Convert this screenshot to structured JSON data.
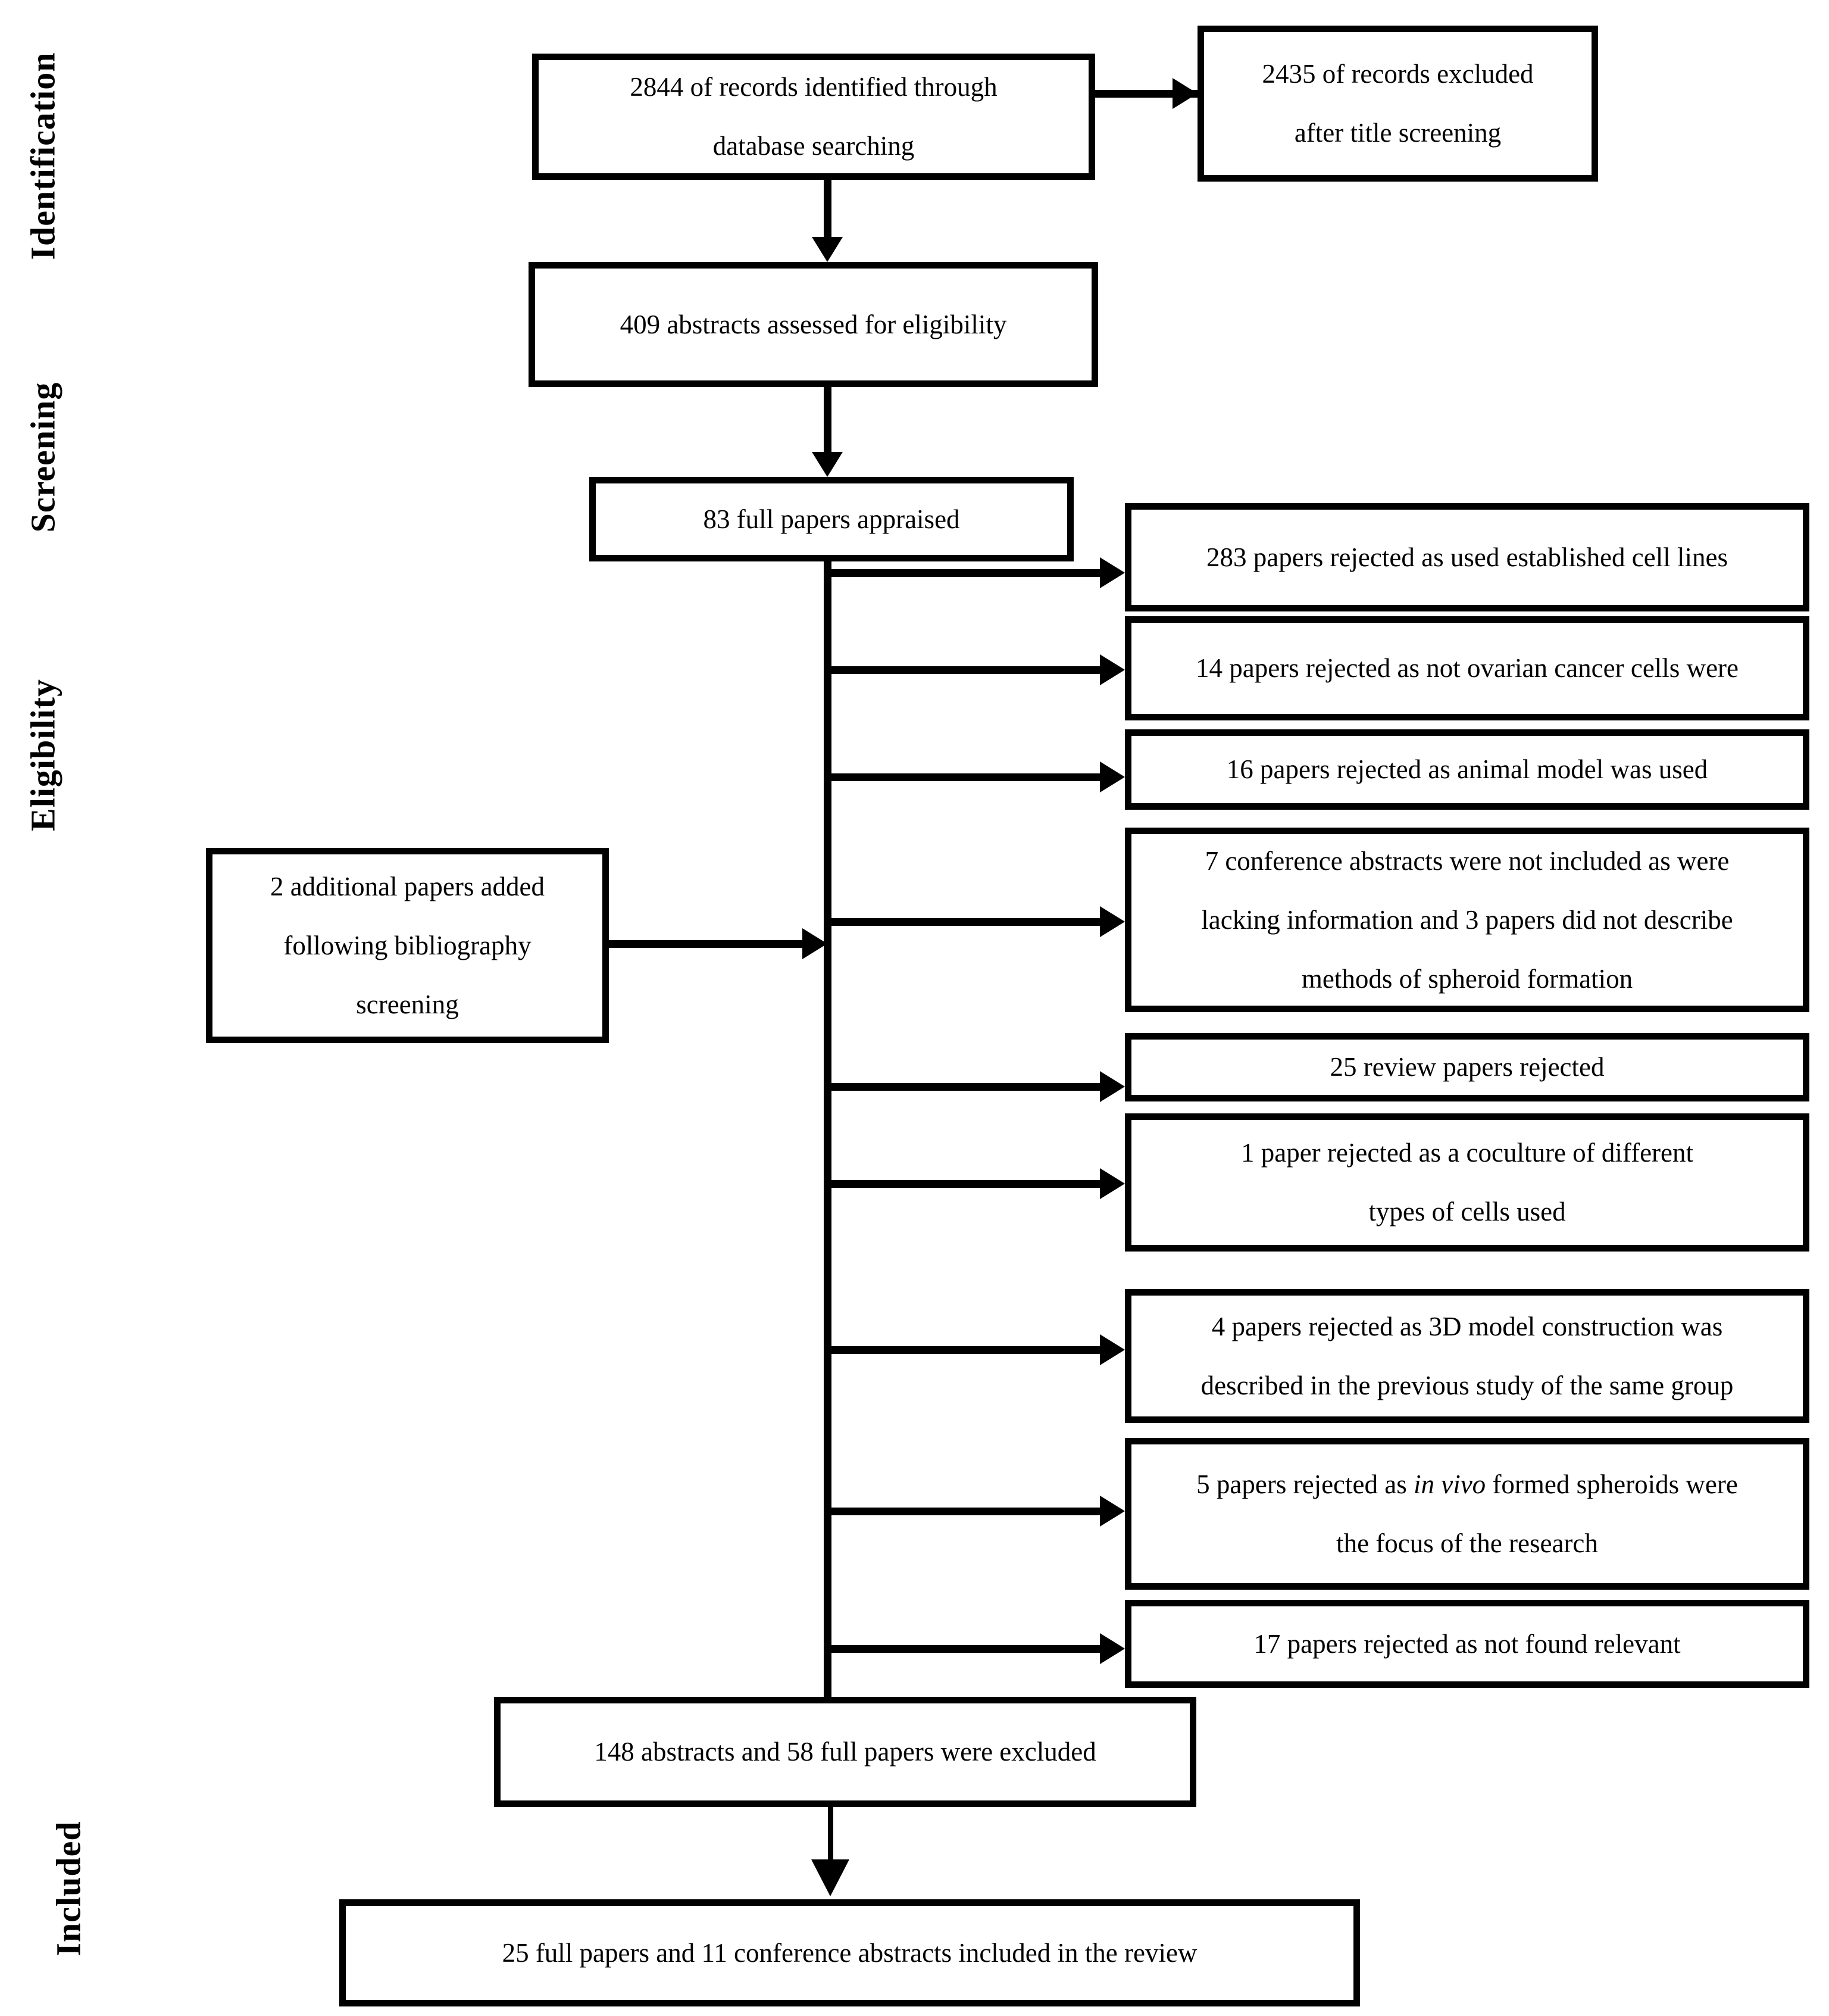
{
  "stage_labels": {
    "identification": "Identification",
    "screening": "Screening",
    "eligibility": "Eligibility",
    "included": "Included"
  },
  "boxes": {
    "records_identified": {
      "lines": [
        "2844 of records identified through",
        "database searching"
      ]
    },
    "records_excluded_title": {
      "lines": [
        "2435 of records excluded",
        "after title screening"
      ]
    },
    "abstracts_assessed": {
      "lines": [
        "409 abstracts assessed for eligibility"
      ]
    },
    "full_papers_appraised": {
      "lines": [
        "83 full papers appraised"
      ]
    },
    "additional_papers": {
      "lines": [
        "2 additional papers added",
        "following bibliography",
        "screening"
      ]
    },
    "rejected_cell_lines": {
      "lines": [
        "283 papers rejected as used established cell lines"
      ]
    },
    "rejected_not_ovarian": {
      "lines": [
        "14 papers rejected as not ovarian cancer cells were"
      ]
    },
    "rejected_animal_model": {
      "lines": [
        "16 papers rejected as animal model was used"
      ]
    },
    "rejected_conference_abstracts": {
      "lines": [
        "7 conference abstracts were not included as were",
        "lacking information and 3 papers did not describe",
        "methods of spheroid formation"
      ]
    },
    "rejected_review_papers": {
      "lines": [
        "25 review papers rejected"
      ]
    },
    "rejected_coculture": {
      "lines": [
        "1 paper rejected as a coculture of different",
        "types of cells used"
      ]
    },
    "rejected_3d_model": {
      "lines": [
        "4 papers rejected as 3D model construction was",
        "described in the previous study of the same group"
      ]
    },
    "rejected_in_vivo": {
      "line1_prefix": "5 papers rejected as ",
      "line1_italic": "in vivo",
      "line1_suffix": " formed spheroids were",
      "line2": "the focus of the research"
    },
    "rejected_not_relevant": {
      "lines": [
        "17 papers rejected as not found relevant"
      ]
    },
    "excluded_summary": {
      "lines": [
        "148 abstracts and 58 full papers were excluded"
      ]
    },
    "included_review": {
      "lines": [
        "25 full papers and 11 conference abstracts included in the review"
      ]
    }
  },
  "colors": {
    "line": "#000000",
    "background": "#ffffff"
  }
}
